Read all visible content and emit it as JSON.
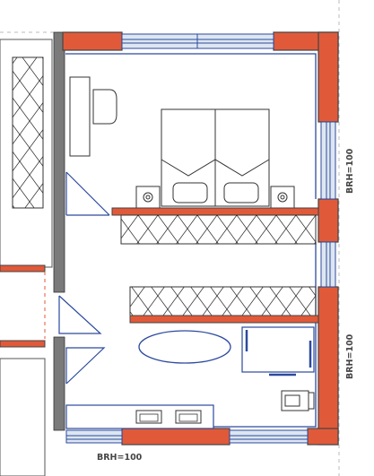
{
  "plan": {
    "labels": {
      "brh_right_top": "BRH=100",
      "brh_right_bottom": "BRH=100",
      "brh_bottom": "BRH=100"
    },
    "colors": {
      "wall": "#e05a3a",
      "wall_stroke": "#444444",
      "partition": "#7a7a7a",
      "accent_blue": "#2c4a9e",
      "window": "#dde6f0"
    }
  }
}
